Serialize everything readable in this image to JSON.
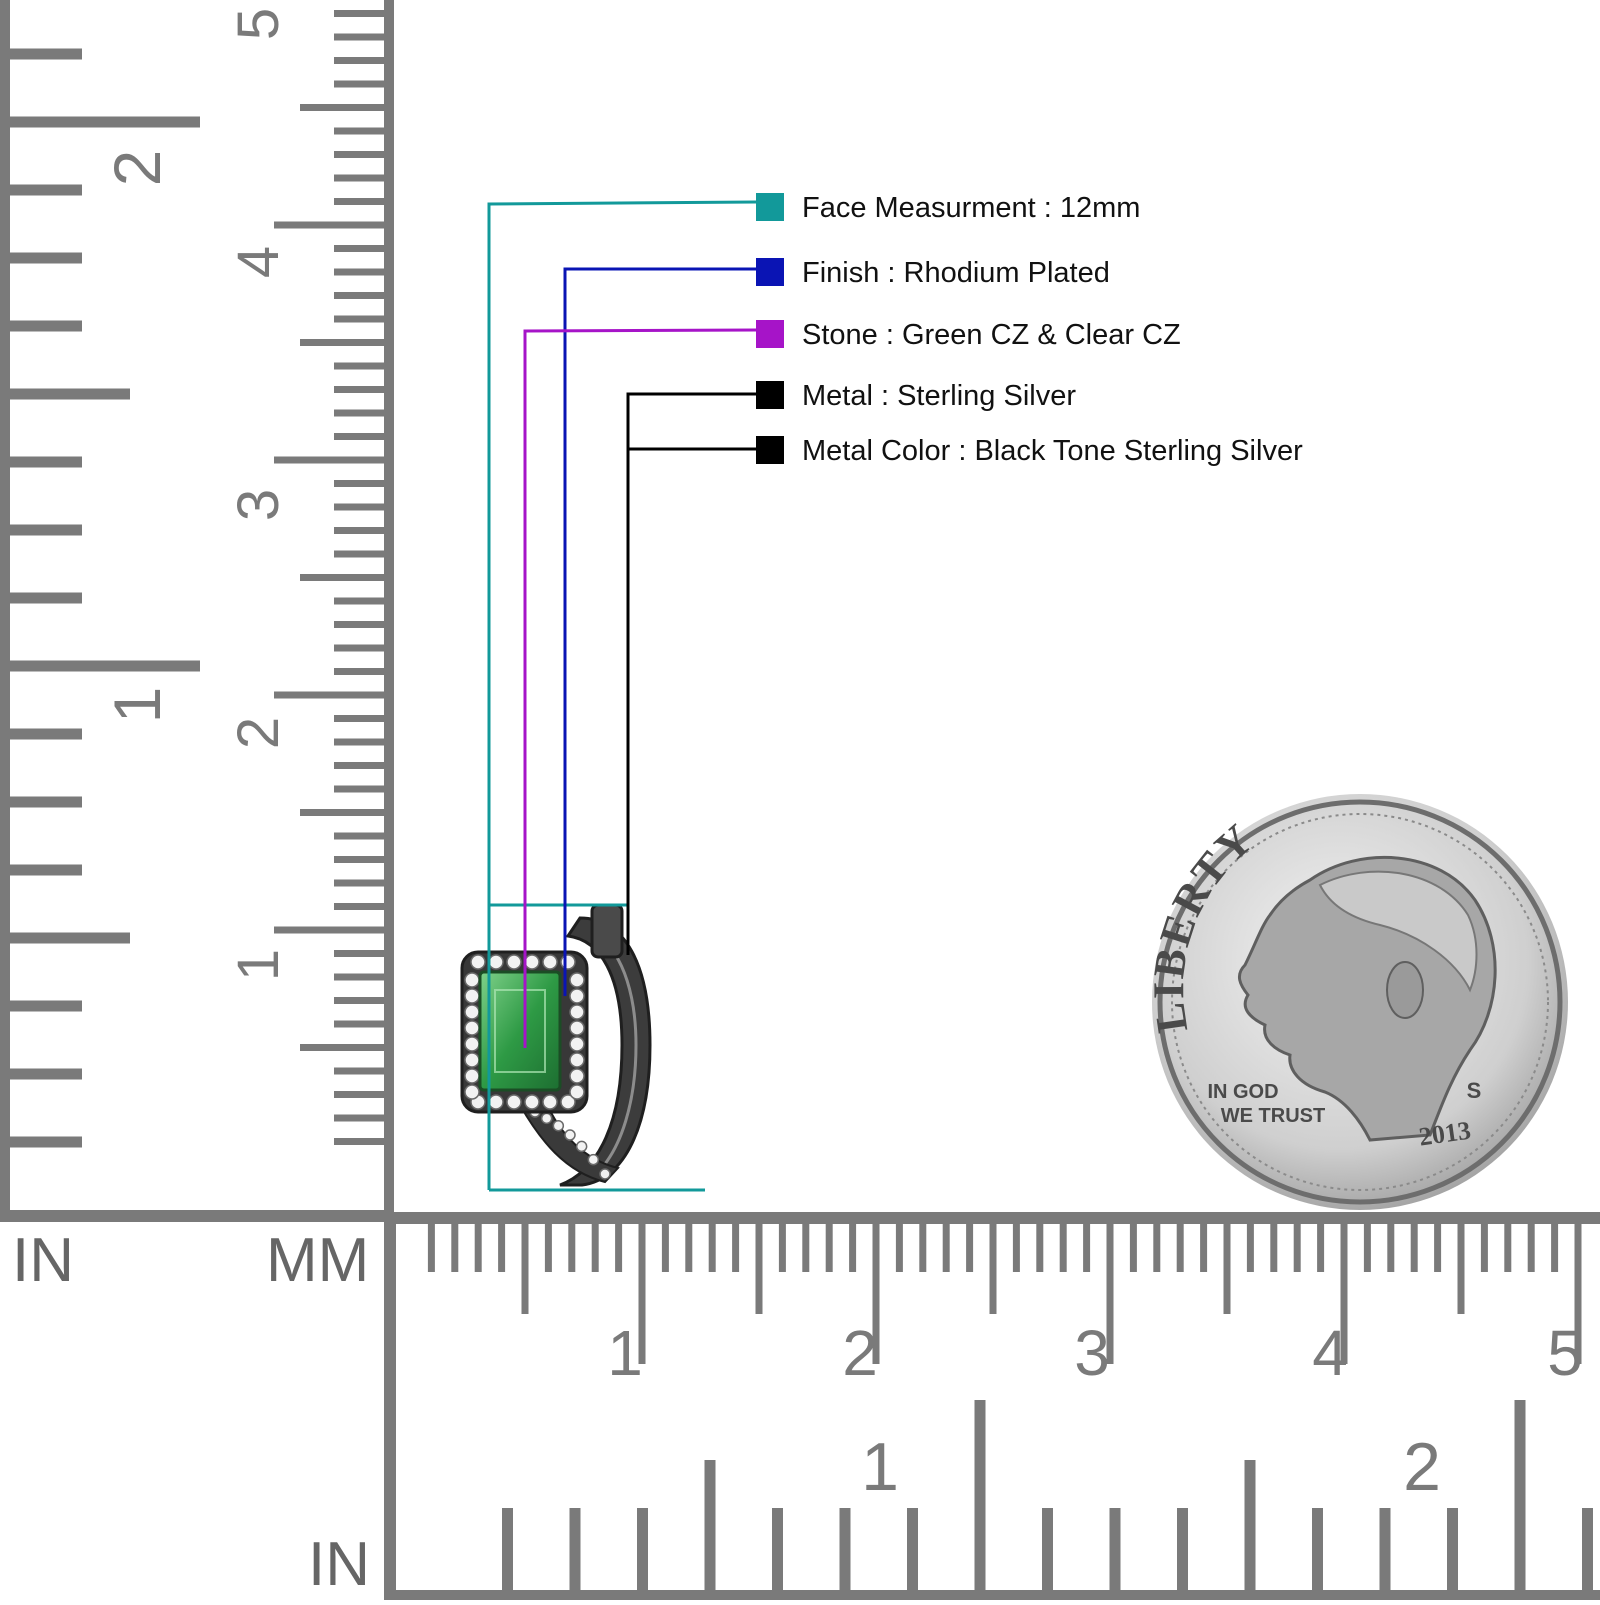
{
  "legend": {
    "items": [
      {
        "label": "Face Measurment : 12mm",
        "color": "#12999a"
      },
      {
        "label": "Finish : Rhodium Plated",
        "color": "#0a14b4"
      },
      {
        "label": "Stone : Green CZ & Clear CZ",
        "color": "#a614c8"
      },
      {
        "label": "Metal : Sterling Silver",
        "color": "#000000"
      },
      {
        "label": "Metal Color : Black Tone Sterling Silver",
        "color": "#000000"
      }
    ]
  },
  "rulers": {
    "color": "#7a7a7a",
    "left": {
      "in_label": "IN",
      "mm_label": "MM",
      "in_numbers": [
        "1",
        "2"
      ],
      "cm_numbers": [
        "1",
        "2",
        "3",
        "4",
        "5"
      ]
    },
    "bottom": {
      "in_label": "IN",
      "cm_numbers": [
        "1",
        "2",
        "3",
        "4",
        "5"
      ],
      "in_numbers": [
        "1",
        "2"
      ]
    }
  },
  "coin": {
    "top_text": "LIBERTY",
    "motto_line1": "IN GOD",
    "motto_line2": "WE TRUST",
    "mint_mark": "S",
    "year": "2013"
  }
}
